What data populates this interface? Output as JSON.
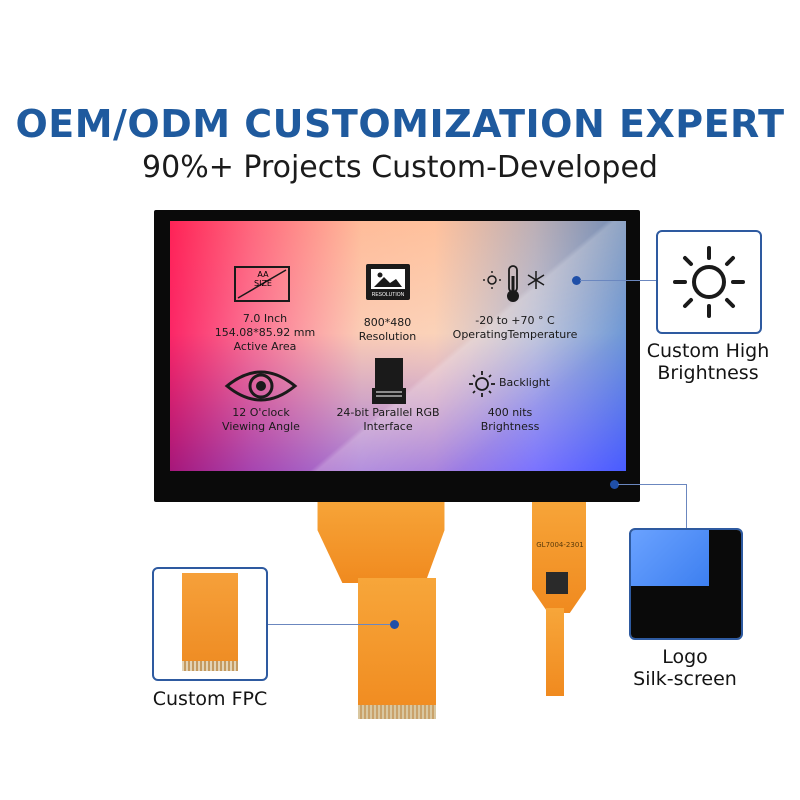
{
  "headline": "OEM/ODM CUSTOMIZATION EXPERT",
  "subheadline": "90%+ Projects Custom-Developed",
  "specs": {
    "size": {
      "icon_text": "AA\nSIZE",
      "line1": "7.0 Inch",
      "line2": "154.08*85.92 mm",
      "line3": "Active Area"
    },
    "resolution": {
      "icon_text": "RESOLUTION",
      "line1": "800*480",
      "line2": "Resolution"
    },
    "temperature": {
      "line1": "-20 to +70 ° C",
      "line2": "OperatingTemperature"
    },
    "viewing": {
      "line1": "12 O'clock",
      "line2": "Viewing Angle"
    },
    "interface": {
      "line1": "24-bit Parallel RGB",
      "line2": "Interface"
    },
    "backlight": {
      "icon_text": "Backlight",
      "line1": "400 nits",
      "line2": "Brightness"
    }
  },
  "fpc_marking": "GL7004-2301",
  "callouts": {
    "brightness": {
      "line1": "Custom High",
      "line2": "Brightness"
    },
    "logo": {
      "line1": "Logo",
      "line2": "Silk-screen"
    },
    "fpc": {
      "label": "Custom FPC"
    }
  },
  "colors": {
    "headline": "#1f5a9e",
    "callout_border": "#2e5aa0",
    "fpc": "#f08a1f",
    "bezel": "#0a0a0a"
  }
}
